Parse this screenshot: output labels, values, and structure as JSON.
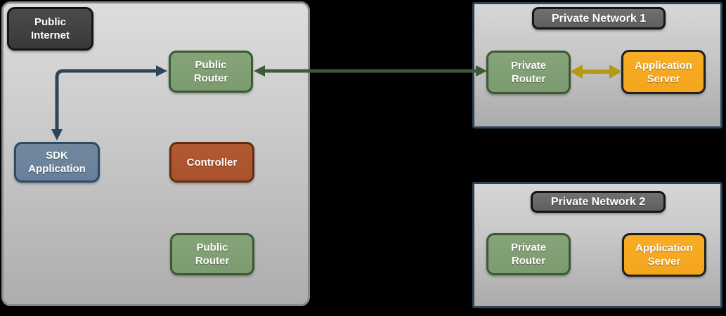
{
  "colors": {
    "canvas_bg": "#000000",
    "zone_border_gray": "#8a8a8a",
    "zone_border_blue": "#2b4258",
    "badge_border": "#141414",
    "router_fill": "#7d9b70",
    "router_border": "#3b5933",
    "sdk_fill": "#68809b",
    "sdk_border": "#2d4a66",
    "controller_fill": "#a8522c",
    "controller_border": "#632d11",
    "server_fill": "#f4a51c",
    "server_border": "#1f1f1f",
    "edge_blue": "#2e4458",
    "edge_green": "#3e5b38",
    "edge_yellow": "#b49a12"
  },
  "zones": {
    "public_internet": {
      "label": "Public\nInternet",
      "nodes": {
        "public_router_top": {
          "label": "Public\nRouter"
        },
        "sdk_application": {
          "label": "SDK\nApplication"
        },
        "controller": {
          "label": "Controller"
        },
        "public_router_bottom": {
          "label": "Public\nRouter"
        }
      }
    },
    "private_network_1": {
      "label": "Private Network 1",
      "nodes": {
        "private_router": {
          "label": "Private\nRouter"
        },
        "application_server": {
          "label": "Application\nServer"
        }
      }
    },
    "private_network_2": {
      "label": "Private Network 2",
      "nodes": {
        "private_router": {
          "label": "Private\nRouter"
        },
        "application_server": {
          "label": "Application\nServer"
        }
      }
    }
  },
  "edges": [
    {
      "from": "sdk-application",
      "to": "public-router-top",
      "bidirectional": true,
      "color": "#2e4458"
    },
    {
      "from": "public-router-top",
      "to": "private-router-1",
      "bidirectional": true,
      "color": "#3e5b38"
    },
    {
      "from": "private-router-1",
      "to": "application-server-1",
      "bidirectional": true,
      "color": "#b49a12"
    }
  ]
}
